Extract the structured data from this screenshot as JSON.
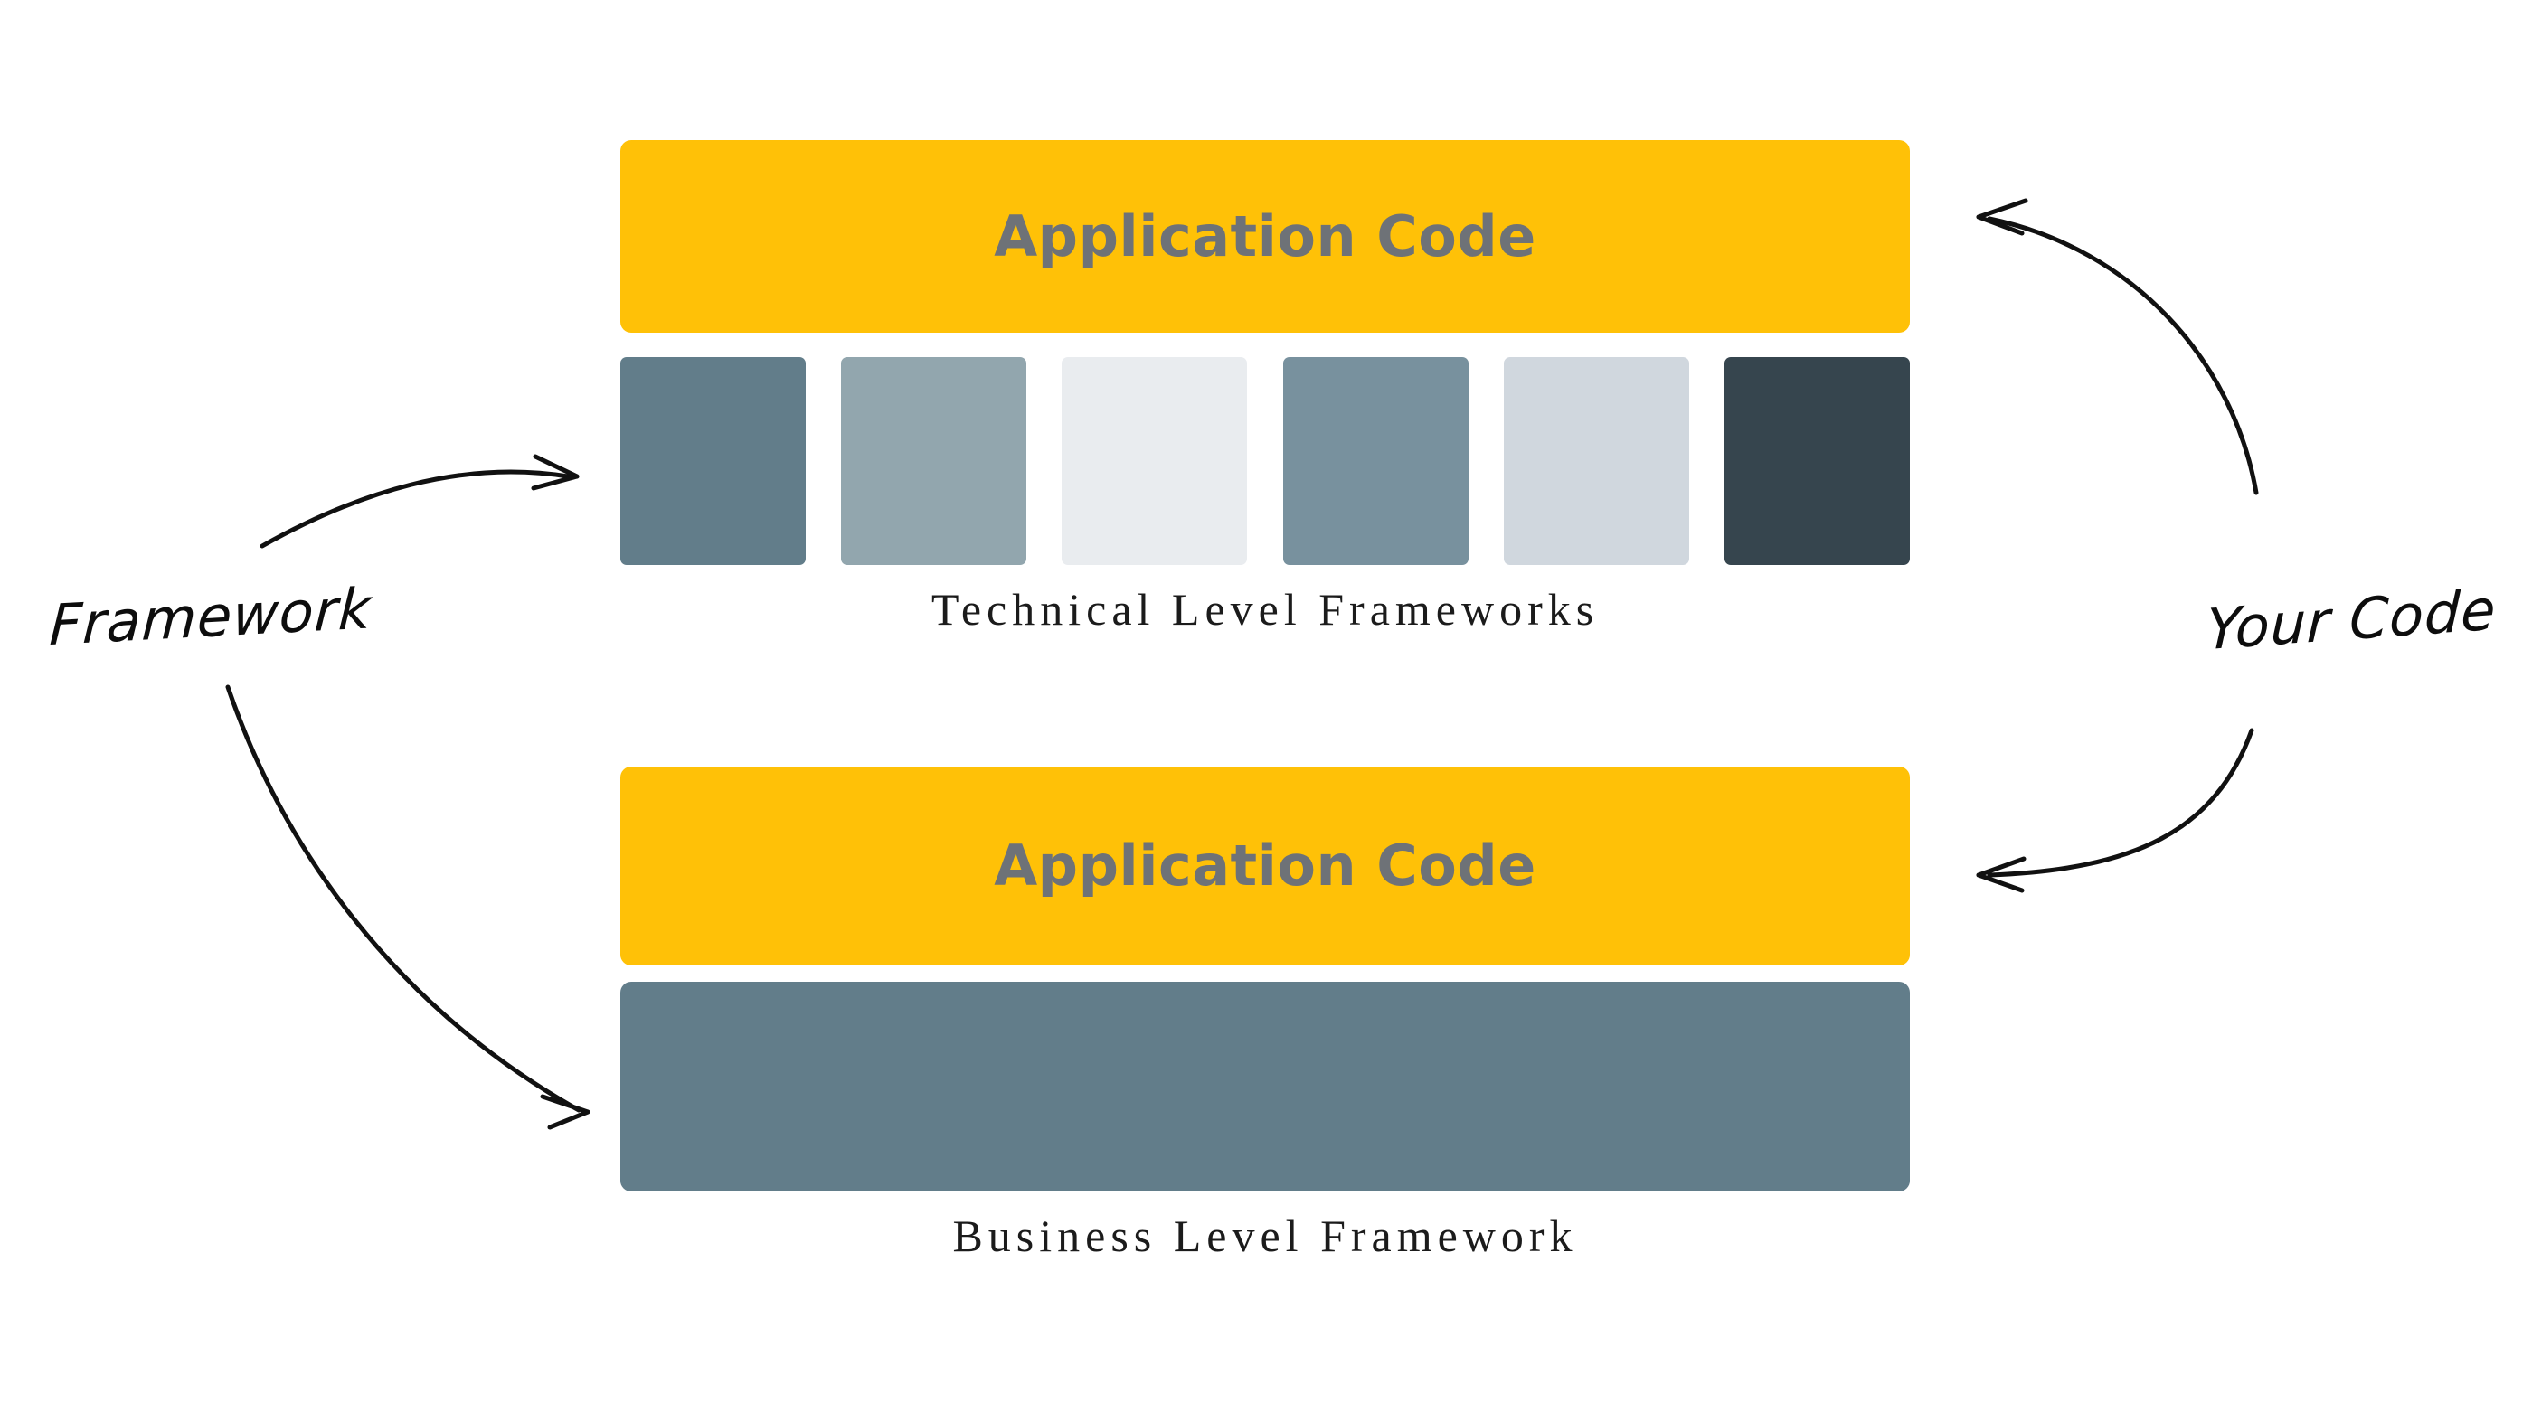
{
  "diagram": {
    "title_top_box": "Application Code",
    "title_bottom_box": "Application Code",
    "caption_technical": "Technical Level Frameworks",
    "caption_business": "Business Level Framework",
    "annotation_left": "Framework",
    "annotation_right": "Your Code",
    "colors": {
      "accent_yellow": "#FFC107",
      "app_code_text": "#6E7277",
      "business_bar": "#627D8A",
      "caption_text": "#1B1B1B",
      "arrow_stroke": "#111111",
      "background": "#FFFFFF"
    },
    "technical_swatches": [
      {
        "index": 1,
        "color": "#627D8A",
        "name": "swatch-slate-blue"
      },
      {
        "index": 2,
        "color": "#92A6AE",
        "name": "swatch-muted-steel"
      },
      {
        "index": 3,
        "color": "#E9ECEF",
        "name": "swatch-near-white"
      },
      {
        "index": 4,
        "color": "#78919E",
        "name": "swatch-medium-steel"
      },
      {
        "index": 5,
        "color": "#D0D7DE",
        "name": "swatch-pale-gray"
      },
      {
        "index": 6,
        "color": "#36454E",
        "name": "swatch-dark-slate"
      }
    ],
    "arrows": [
      {
        "name": "framework-to-technical-frameworks",
        "direction": "right",
        "from": "Framework label",
        "to": "Technical Level Frameworks swatches"
      },
      {
        "name": "framework-to-business-framework",
        "direction": "right-down",
        "from": "Framework label",
        "to": "Business Level Framework bar"
      },
      {
        "name": "your-code-to-top-application-code",
        "direction": "left-up",
        "from": "Your Code label",
        "to": "top Application Code box"
      },
      {
        "name": "your-code-to-bottom-application-code",
        "direction": "left-down",
        "from": "Your Code label",
        "to": "bottom Application Code box"
      }
    ]
  }
}
